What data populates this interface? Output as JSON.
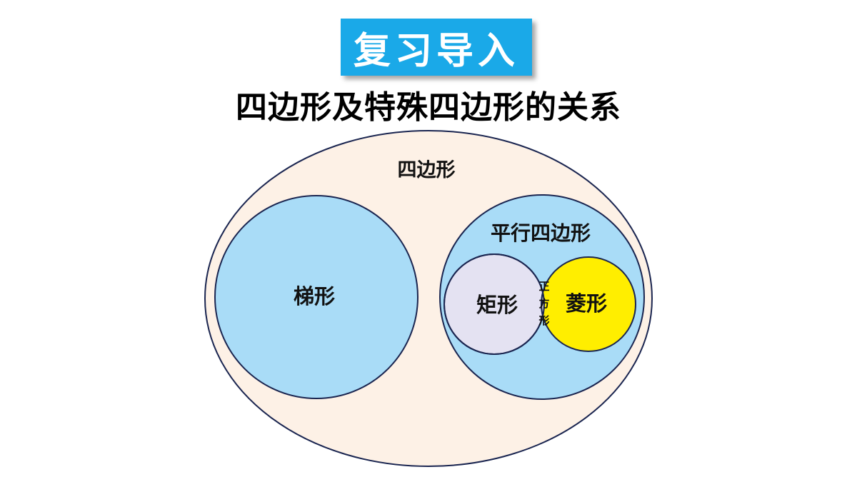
{
  "header": {
    "badge_label": "复习导入",
    "subtitle": "四边形及特殊四边形的关系"
  },
  "diagram": {
    "outer_label": "四边形",
    "trapezoid_label": "梯形",
    "parallelogram_label": "平行四边形",
    "rectangle_label": "矩形",
    "rhombus_label": "菱形",
    "square_label_chars": [
      "正",
      "方",
      "形"
    ]
  },
  "colors": {
    "badge_bg": "#1aa9e8",
    "outer_fill": "#fdf1e6",
    "trapezoid_fill": "#a9dcf7",
    "parallelogram_fill": "#a9dcf7",
    "rectangle_fill": "#e4e2f2",
    "rhombus_fill": "#ffee00",
    "square_fill": "#d3d3d3",
    "stroke": "#1a2550"
  }
}
